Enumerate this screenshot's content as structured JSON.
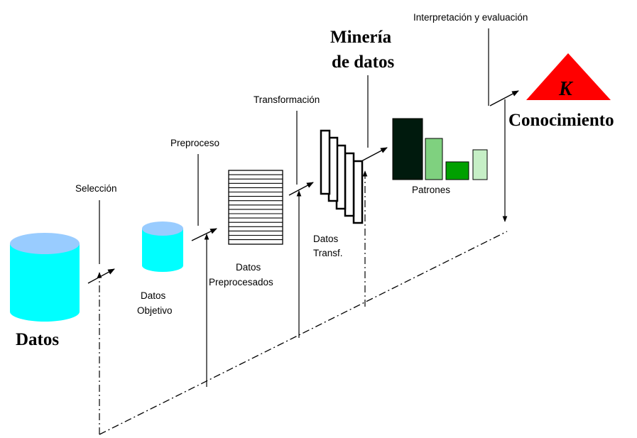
{
  "labels": {
    "datos": "Datos",
    "seleccion": "Selección",
    "datos_objetivo_1": "Datos",
    "datos_objetivo_2": "Objetivo",
    "preproceso": "Preproceso",
    "datos_preprocesados_1": "Datos",
    "datos_preprocesados_2": "Preprocesados",
    "transformacion": "Transformación",
    "datos_transf_1": "Datos",
    "datos_transf_2": "Transf.",
    "mineria_1": "Minería",
    "mineria_2": "de datos",
    "patrones": "Patrones",
    "interpretacion": "Interpretación y evaluación",
    "conocimiento": "Conocimiento",
    "k": "K"
  },
  "colors": {
    "cylinder_body": "#00ffff",
    "cylinder_top": "#99ccff",
    "triangle": "#ff0000",
    "pattern_dark": "#001a0d",
    "pattern_mid": "#7fd17f",
    "pattern_green": "#00a000",
    "pattern_light": "#c6efc6"
  }
}
